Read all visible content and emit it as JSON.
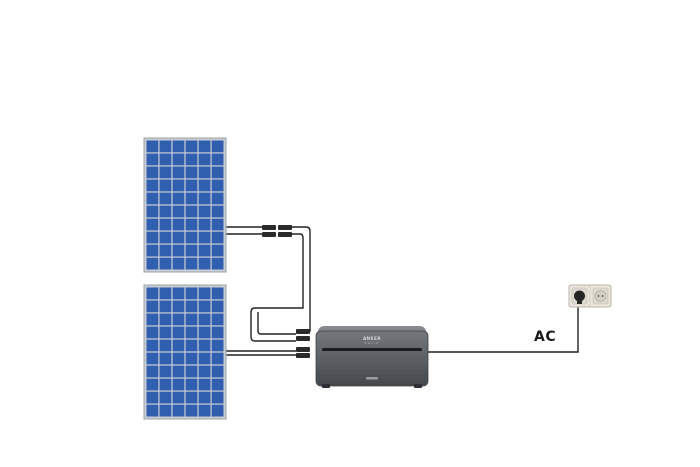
{
  "diagram": {
    "connection_label": "AC",
    "device": {
      "brand": "ANKER",
      "model": "SOLIX"
    }
  },
  "colors": {
    "panel_cell": "#2f5fae",
    "panel_frame": "#c9ced4",
    "device_body": "#5b5e62",
    "wire": "#222222",
    "background": "#ffffff"
  },
  "icons": {
    "panels": "solar-panel-icon",
    "device": "balcony-power-station-icon",
    "outlet": "wall-socket-icon"
  }
}
